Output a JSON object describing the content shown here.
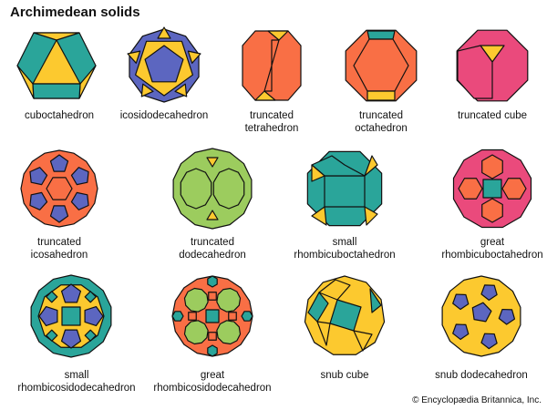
{
  "title": "Archimedean solids",
  "colors": {
    "teal": "#2aa59a",
    "yellow": "#fcc92f",
    "blue": "#5c66c0",
    "orange": "#f96f45",
    "pink": "#ea4a7c",
    "green": "#9ccc5e"
  },
  "solids": [
    {
      "line1": "cuboctahedron",
      "line2": ""
    },
    {
      "line1": "icosidodecahedron",
      "line2": ""
    },
    {
      "line1": "truncated",
      "line2": "tetrahedron"
    },
    {
      "line1": "truncated",
      "line2": "octahedron"
    },
    {
      "line1": "truncated cube",
      "line2": ""
    },
    {
      "line1": "truncated",
      "line2": "icosahedron"
    },
    {
      "line1": "truncated",
      "line2": "dodecahedron"
    },
    {
      "line1": "small",
      "line2": "rhombicuboctahedron"
    },
    {
      "line1": "great",
      "line2": "rhombicuboctahedron"
    },
    {
      "line1": "small",
      "line2": "rhombicosidodecahedron"
    },
    {
      "line1": "great",
      "line2": "rhombicosidodecahedron"
    },
    {
      "line1": "snub cube",
      "line2": ""
    },
    {
      "line1": "snub dodecahedron",
      "line2": ""
    }
  ],
  "copyright": "© Encyclopædia Britannica, Inc."
}
